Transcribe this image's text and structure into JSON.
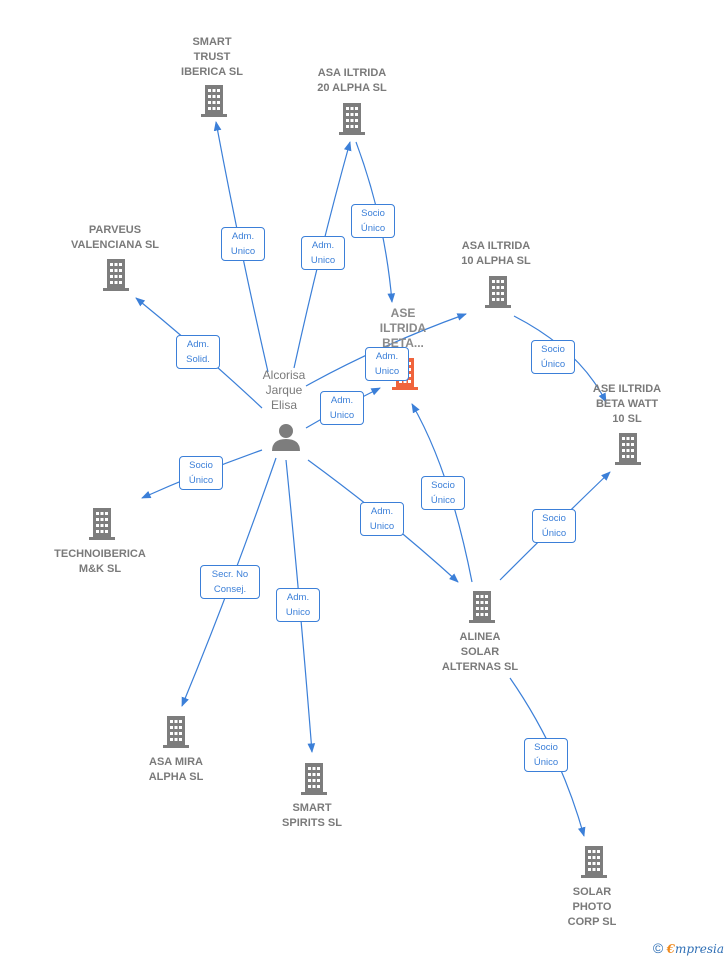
{
  "colors": {
    "edge": "#3b7fd8",
    "building": "#7d7d7d",
    "highlight": "#f0643c",
    "person": "#7d7d7d"
  },
  "person": {
    "label": "Alcorisa\nJarque\nElisa"
  },
  "nodes": {
    "smart_trust": "SMART\nTRUST\nIBERICA  SL",
    "asa20": "ASA ILTRIDA\n20 ALPHA  SL",
    "parveus": "PARVEUS\nVALENCIANA SL",
    "ase_beta": "ASE\nILTRIDA\nBETA...",
    "asa10": "ASA ILTRIDA\n10 ALPHA  SL",
    "ase_beta_watt": "ASE ILTRIDA\nBETA WATT\n10  SL",
    "technoiberica": "TECHNOIBERICA\nM&K  SL",
    "alinea": "ALINEA\nSOLAR\nALTERNAS SL",
    "asa_mira": "ASA MIRA\nALPHA  SL",
    "smart_spirits": "SMART\nSPIRITS  SL",
    "solar_photo": "SOLAR\nPHOTO\nCORP SL"
  },
  "edges": {
    "e1": "Adm.\nUnico",
    "e2": "Adm.\nUnico",
    "e3": "Socio\nÚnico",
    "e4": "Adm.\nSolid.",
    "e5": "Adm.\nUnico",
    "e6": "Adm.\nUnico",
    "e7": "Socio\nÚnico",
    "e8": "Socio\nÚnico",
    "e9": "Adm.\nUnico",
    "e10": "Socio\nÚnico",
    "e11": "Socio\nÚnico",
    "e12": "Secr.  No\nConsej.",
    "e13": "Adm.\nUnico",
    "e14": "Socio\nÚnico"
  },
  "footer": {
    "copyright": "©",
    "brand_first": "€",
    "brand_rest": "mpresia"
  }
}
